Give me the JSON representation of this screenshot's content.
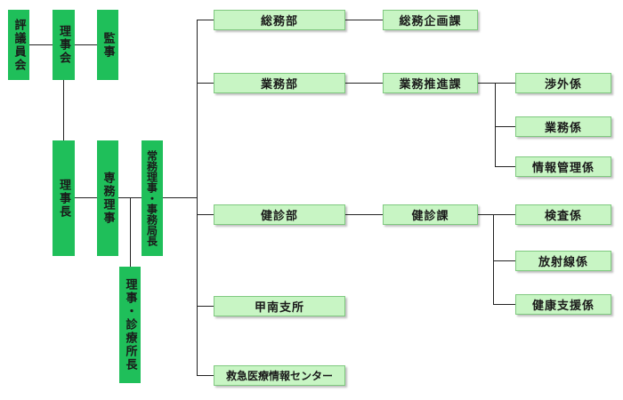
{
  "nodes": {
    "council": "評議員会",
    "board": "理事会",
    "auditor": "監事",
    "chairman": "理事長",
    "managing_director": "専務理事",
    "executive_director": "常務理事・事務局長",
    "clinic_director": "理事・診療所長",
    "general_affairs": "総務部",
    "general_planning": "総務企画課",
    "business_dept": "業務部",
    "business_promotion": "業務推進課",
    "liaison": "渉外係",
    "business_section": "業務係",
    "info_mgmt": "情報管理係",
    "health_dept": "健診部",
    "health_section": "健診課",
    "inspection": "検査係",
    "radiology": "放射線係",
    "health_support": "健康支援係",
    "konan_branch": "甲南支所",
    "emergency_center": "救急医療情報センター"
  },
  "colors": {
    "executive_box": "#1fbf5a",
    "department_box": "#c8f5c4",
    "connector": "#222222"
  }
}
